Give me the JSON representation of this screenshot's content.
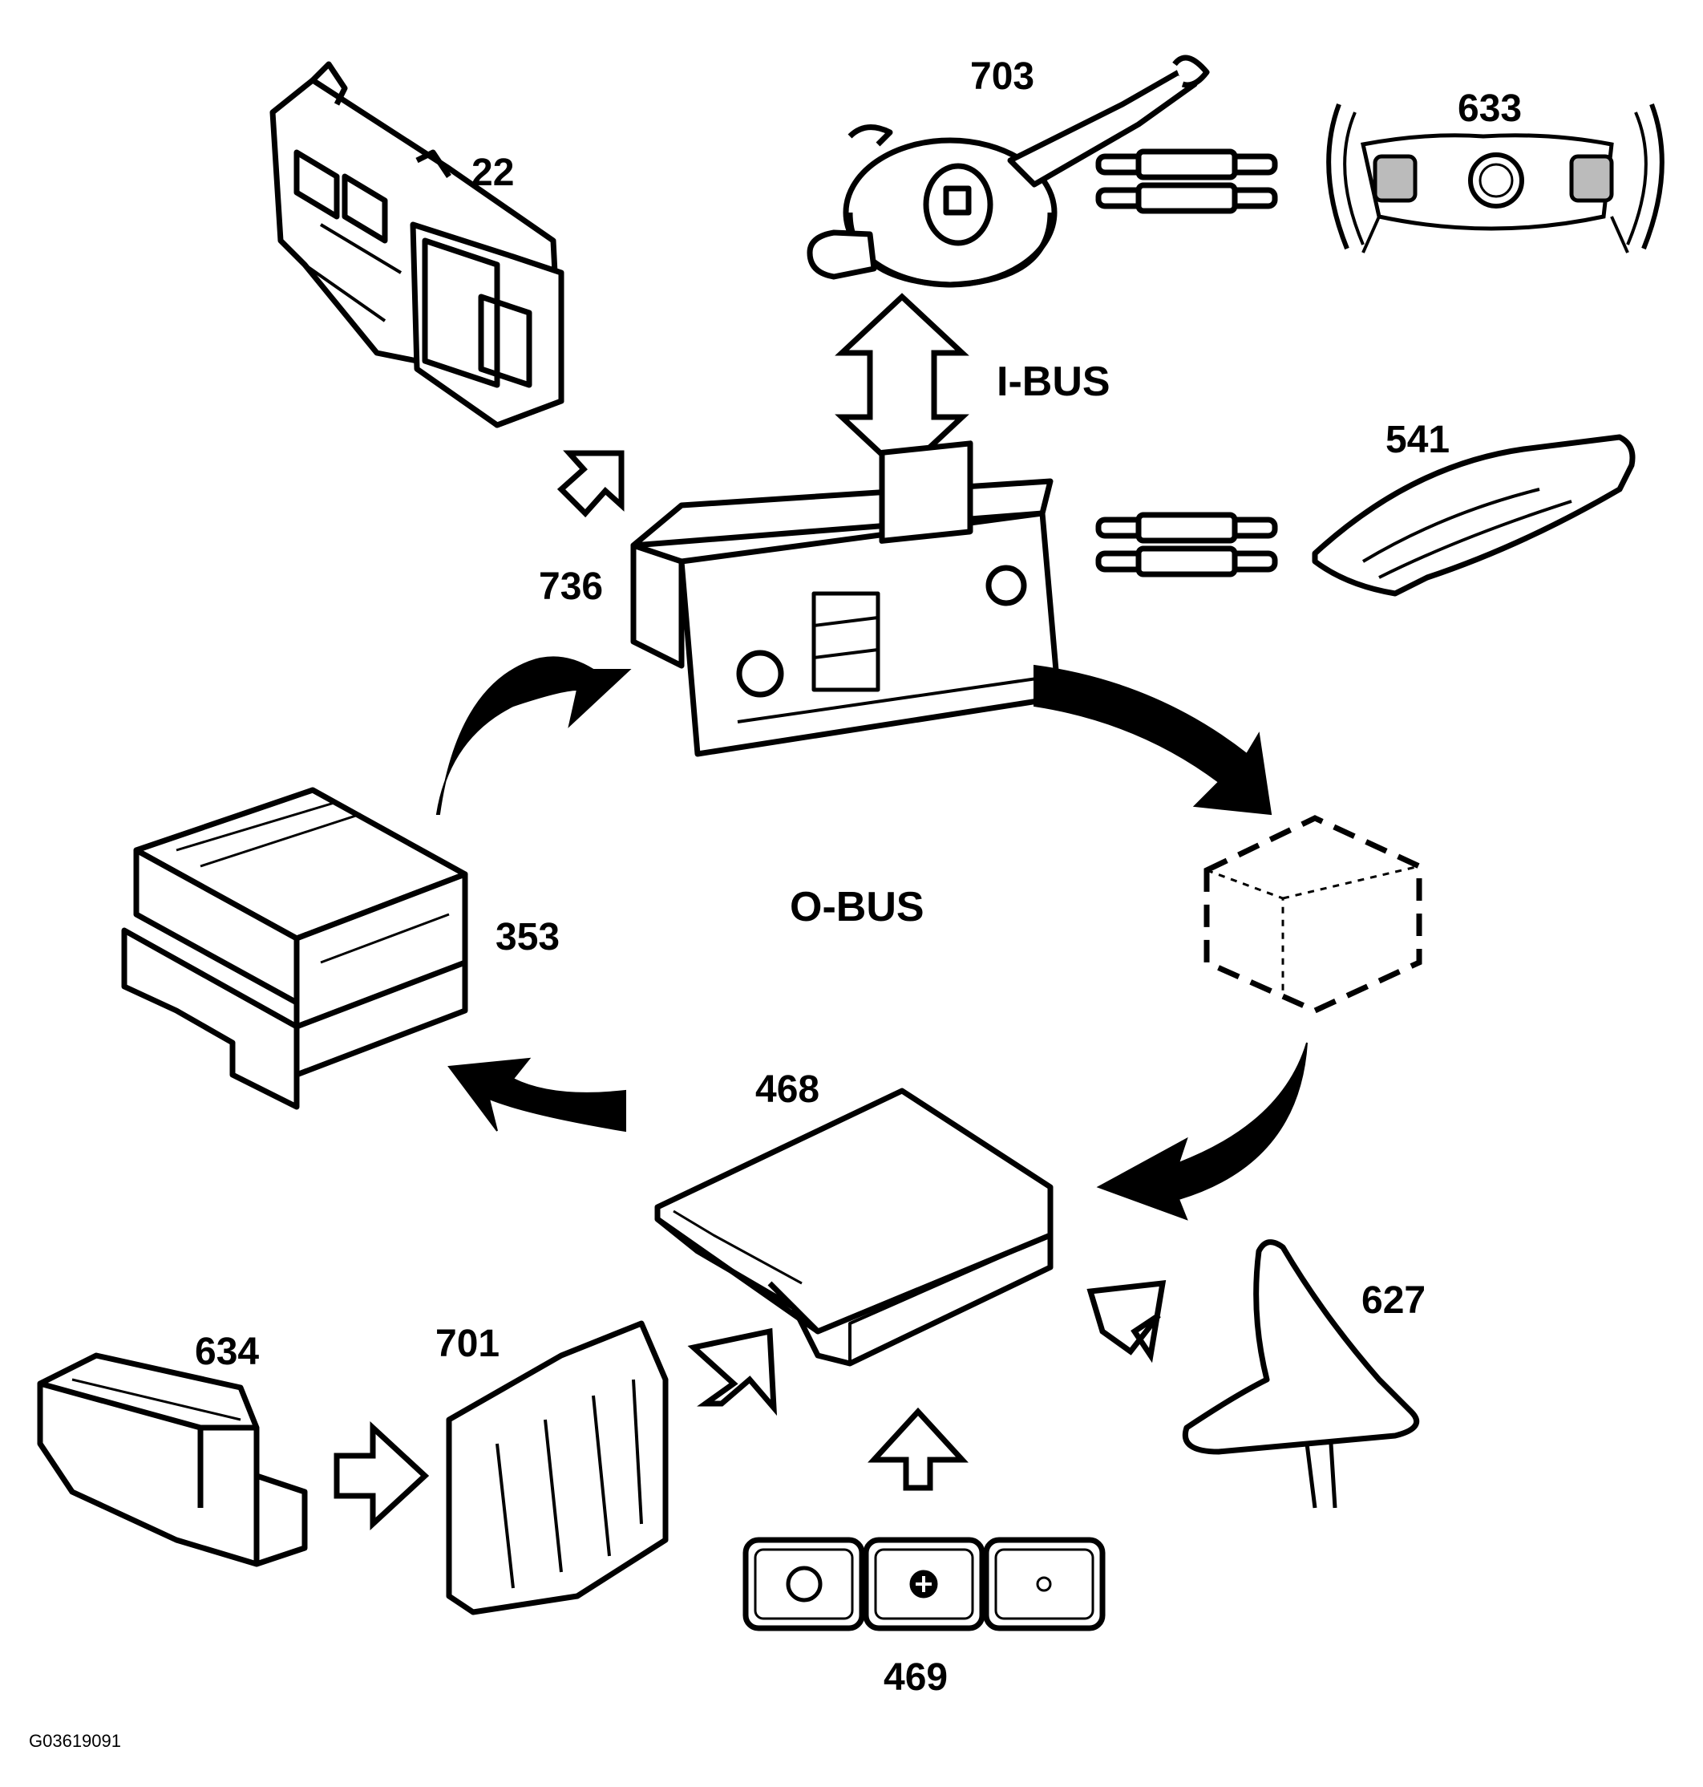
{
  "labels": {
    "c22": "22",
    "c703": "703",
    "c633": "633",
    "c541": "541",
    "c736": "736",
    "c353": "353",
    "c468": "468",
    "c634": "634",
    "c701": "701",
    "c627": "627",
    "c469": "469",
    "ibus": "I-BUS",
    "obus": "O-BUS"
  },
  "figure_code": "G03619091"
}
